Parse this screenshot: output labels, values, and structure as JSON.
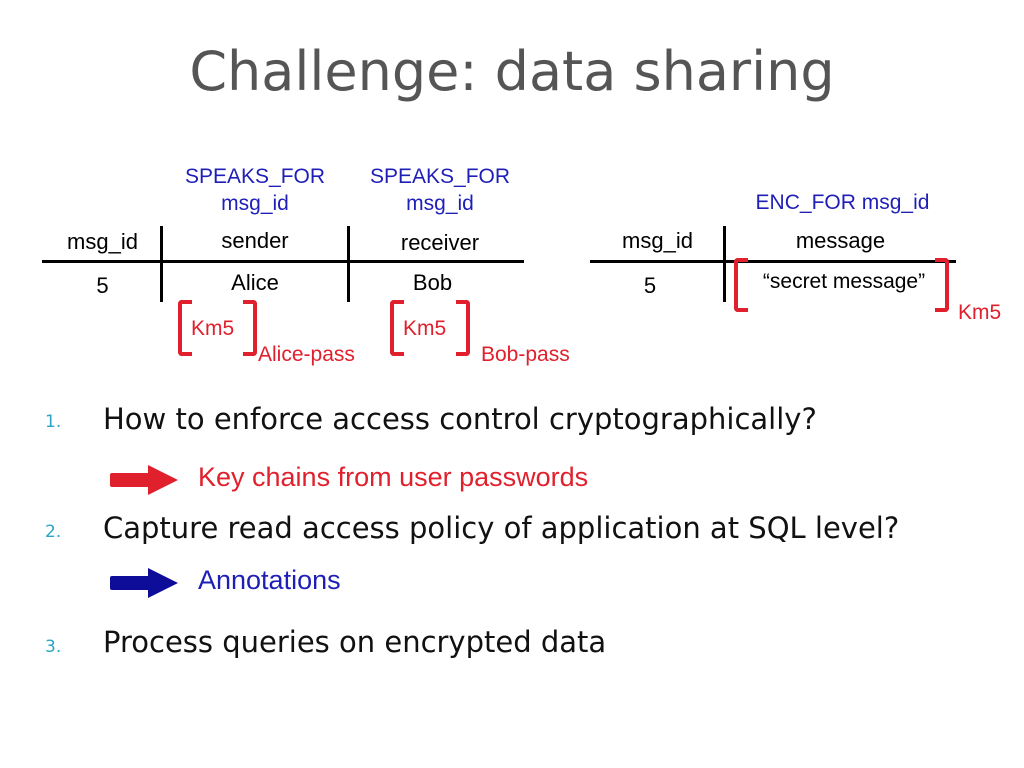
{
  "slide": {
    "title": "Challenge: data sharing"
  },
  "table1": {
    "annotations": {
      "sender": [
        "SPEAKS_FOR",
        "msg_id"
      ],
      "receiver": [
        "SPEAKS_FOR",
        "msg_id"
      ]
    },
    "headers": [
      "msg_id",
      "sender",
      "receiver"
    ],
    "row": [
      "5",
      "Alice",
      "Bob"
    ],
    "keys": [
      {
        "key": "Km5",
        "pass": "Alice-pass"
      },
      {
        "key": "Km5",
        "pass": "Bob-pass"
      }
    ]
  },
  "table2": {
    "annotation": "ENC_FOR msg_id",
    "headers": [
      "msg_id",
      "message"
    ],
    "row": [
      "5",
      "“secret message”"
    ],
    "key": "Km5"
  },
  "list": [
    {
      "number": "1.",
      "text": "How to enforce access control cryptographically?",
      "answer": "Key chains from user passwords",
      "arrow_color": "#e0202c",
      "answer_color": "#e0202c"
    },
    {
      "number": "2.",
      "text": "Capture read access policy of application at SQL level?",
      "answer": "Annotations",
      "arrow_color": "#0d0d9a",
      "answer_color": "#1f1fb8"
    },
    {
      "number": "3.",
      "text": "Process queries on encrypted data"
    }
  ],
  "icons": {
    "answer_arrow": "right-arrow-icon",
    "key_bracket": "bracket-icon"
  }
}
